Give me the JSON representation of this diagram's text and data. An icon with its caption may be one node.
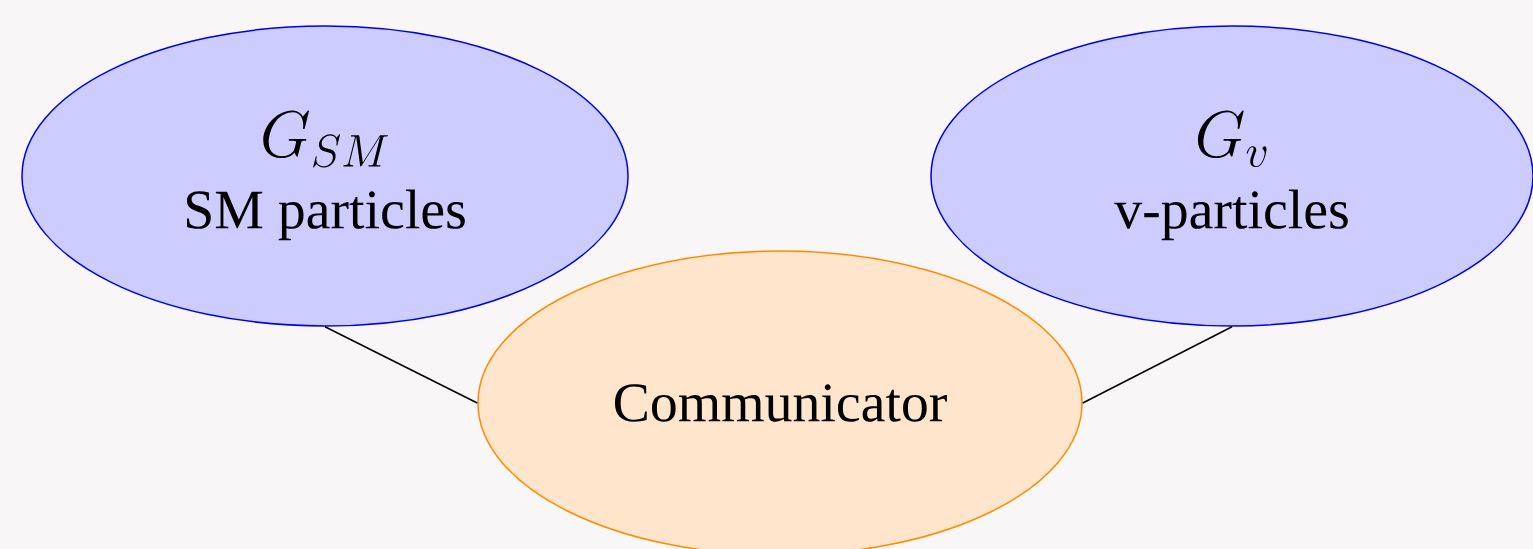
{
  "diagram": {
    "nodes": [
      {
        "text": [
          "G_{SM}",
          "SM particles"
        ]
      },
      {
        "text": [
          "G_v",
          "v-particles"
        ]
      },
      {
        "text": [
          "Communicator"
        ]
      }
    ],
    "edges": [
      {
        "from": 0,
        "to": 2,
        "arrow": "none"
      },
      {
        "from": 1,
        "to": 2,
        "arrow": "none"
      }
    ]
  }
}
